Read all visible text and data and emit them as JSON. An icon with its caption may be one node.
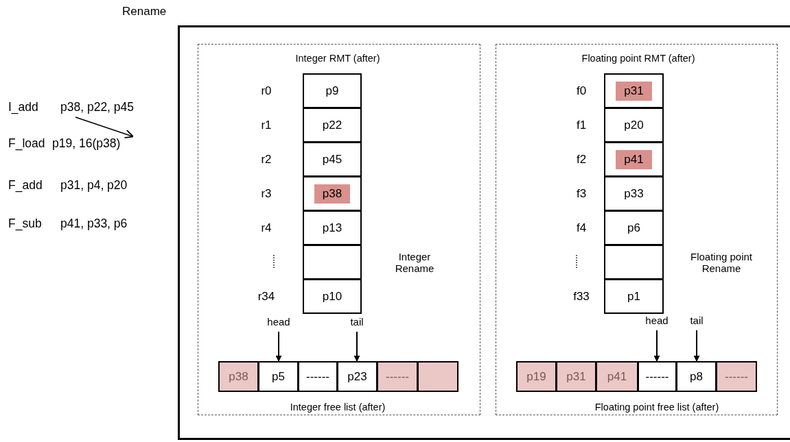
{
  "diagram": {
    "nodes": [
      {
        "text": [
          "Rename"
        ]
      },
      {
        "text": [
          "Integer RMT (after)",
          "Integer Rename",
          "Integer free list (after)"
        ],
        "in": 0
      },
      {
        "text": [
          "p9"
        ],
        "beside": [
          "r0"
        ],
        "in": 1
      },
      {
        "text": [
          "p22"
        ],
        "beside": [
          "r1"
        ],
        "in": 1
      },
      {
        "text": [
          "p45"
        ],
        "beside": [
          "r2"
        ],
        "in": 1
      },
      {
        "text": [
          "p38"
        ],
        "beside": [
          "r3"
        ],
        "in": 1
      },
      {
        "text": [
          "p13"
        ],
        "beside": [
          "r4"
        ],
        "in": 1
      },
      {
        "text": [],
        "shape": "box",
        "in": 1
      },
      {
        "text": [
          "p10"
        ],
        "beside": [
          "r34"
        ],
        "in": 1
      },
      {
        "text": [
          "p38"
        ],
        "in": 1
      },
      {
        "text": [
          "p5"
        ],
        "in": 1
      },
      {
        "text": [
          "------"
        ],
        "in": 1
      },
      {
        "text": [
          "p23"
        ],
        "in": 1
      },
      {
        "text": [
          "------"
        ],
        "in": 1
      },
      {
        "text": [],
        "shape": "box",
        "in": 1
      },
      {
        "text": [
          "head"
        ],
        "in": 1
      },
      {
        "text": [
          "tail"
        ],
        "in": 1
      },
      {
        "text": [
          "Floating point RMT (after)",
          "Floating point Rename",
          "Floating point free list (after)"
        ],
        "in": 0
      },
      {
        "text": [
          "p31"
        ],
        "beside": [
          "f0"
        ],
        "in": 17
      },
      {
        "text": [
          "p20"
        ],
        "beside": [
          "f1"
        ],
        "in": 17
      },
      {
        "text": [
          "p41"
        ],
        "beside": [
          "f2"
        ],
        "in": 17
      },
      {
        "text": [
          "p33"
        ],
        "beside": [
          "f3"
        ],
        "in": 17
      },
      {
        "text": [
          "p6"
        ],
        "beside": [
          "f4"
        ],
        "in": 17
      },
      {
        "text": [],
        "shape": "box",
        "in": 17
      },
      {
        "text": [
          "p1"
        ],
        "beside": [
          "f33"
        ],
        "in": 17
      },
      {
        "text": [
          "p19"
        ],
        "in": 17
      },
      {
        "text": [
          "p31"
        ],
        "in": 17
      },
      {
        "text": [
          "p41"
        ],
        "in": 17
      },
      {
        "text": [
          "------"
        ],
        "in": 17
      },
      {
        "text": [
          "p8"
        ],
        "in": 17
      },
      {
        "text": [
          "------"
        ],
        "in": 17
      },
      {
        "text": [
          "head"
        ],
        "in": 17
      },
      {
        "text": [
          "tail"
        ],
        "in": 17
      },
      {
        "text": [
          "I_add",
          "p38, p22, p45"
        ]
      },
      {
        "text": [
          "F_load",
          "p19, 16(p38)"
        ]
      }
    ],
    "edges": [
      {
        "from": 15,
        "to": 10,
        "arrow": "to"
      },
      {
        "from": 16,
        "to": 12,
        "arrow": "to"
      },
      {
        "from": 31,
        "to": 28,
        "arrow": "to"
      },
      {
        "from": 32,
        "to": 29,
        "arrow": "to"
      },
      {
        "from": 33,
        "to": 34,
        "arrow": "to"
      }
    ],
    "labels": [
      "F_add",
      "p31, p4, p20",
      "F_sub",
      "p41, p33, p6"
    ]
  }
}
